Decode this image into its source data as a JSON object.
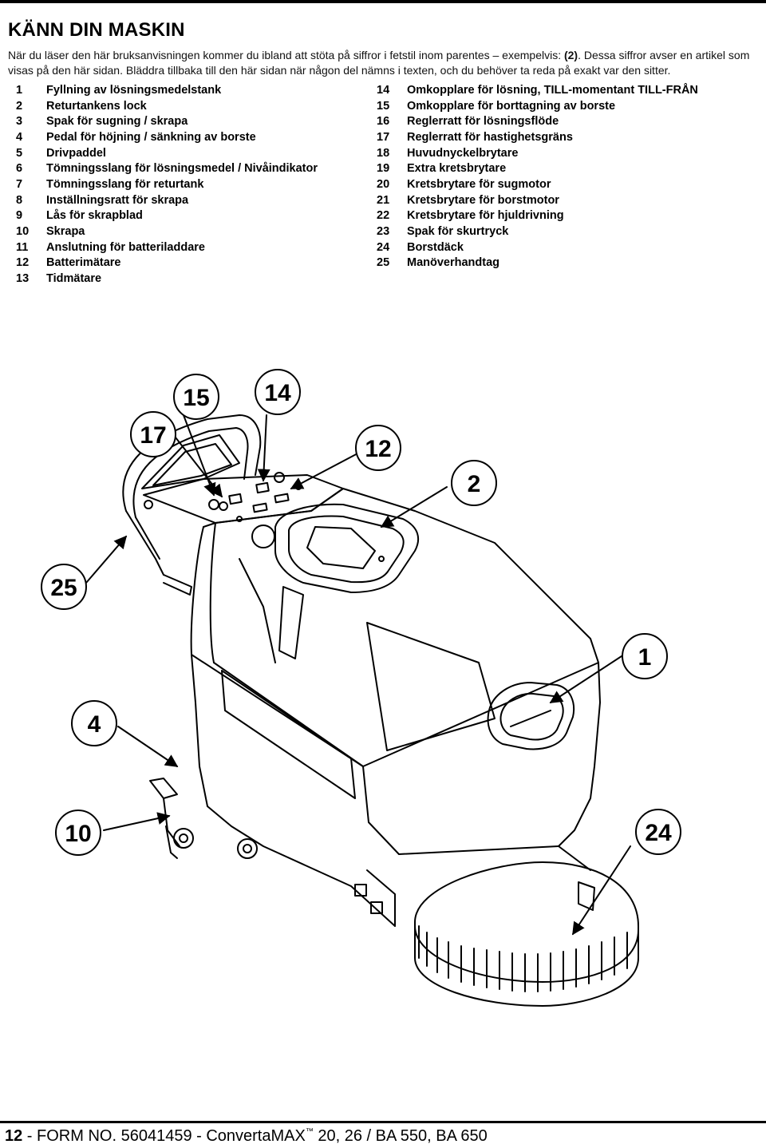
{
  "header": {
    "title": "KÄNN DIN MASKIN",
    "intro_part1": "När du läser den här bruksanvisningen kommer du ibland att stöta på siffror i fetstil inom parentes – exempelvis: ",
    "intro_bold": "(2)",
    "intro_part2": ".  Dessa siffror avser en artikel som visas på den här sidan.  Bläddra tillbaka till den här sidan när någon del nämns i texten, och du behöver ta reda på exakt var den sitter."
  },
  "parts_left": [
    {
      "num": "1",
      "label": "Fyllning av lösningsmedelstank"
    },
    {
      "num": "2",
      "label": "Returtankens lock"
    },
    {
      "num": "3",
      "label": "Spak för sugning / skrapa"
    },
    {
      "num": "4",
      "label": "Pedal för höjning / sänkning av borste"
    },
    {
      "num": "5",
      "label": "Drivpaddel"
    },
    {
      "num": "6",
      "label": "Tömningsslang för lösningsmedel / Nivåindikator"
    },
    {
      "num": "7",
      "label": "Tömningsslang för returtank"
    },
    {
      "num": "8",
      "label": "Inställningsratt för skrapa"
    },
    {
      "num": "9",
      "label": "Lås för skrapblad"
    },
    {
      "num": "10",
      "label": "Skrapa"
    },
    {
      "num": "11",
      "label": "Anslutning för batteriladdare"
    },
    {
      "num": "12",
      "label": "Batterimätare"
    },
    {
      "num": "13",
      "label": "Tidmätare"
    }
  ],
  "parts_right": [
    {
      "num": "14",
      "label": "Omkopplare för lösning, TILL-momentant TILL-FRÅN"
    },
    {
      "num": "15",
      "label": "Omkopplare för borttagning av borste"
    },
    {
      "num": "16",
      "label": "Reglerratt för lösningsflöde"
    },
    {
      "num": "17",
      "label": "Reglerratt för hastighetsgräns"
    },
    {
      "num": "18",
      "label": "Huvudnyckelbrytare"
    },
    {
      "num": "19",
      "label": "Extra kretsbrytare"
    },
    {
      "num": "20",
      "label": "Kretsbrytare för sugmotor"
    },
    {
      "num": "21",
      "label": "Kretsbrytare för borstmotor"
    },
    {
      "num": "22",
      "label": "Kretsbrytare för hjuldrivning"
    },
    {
      "num": "23",
      "label": "Spak för skurtryck"
    },
    {
      "num": "24",
      "label": "Borstdäck"
    },
    {
      "num": "25",
      "label": "Manöverhandtag"
    }
  ],
  "callouts": {
    "c17": "17",
    "c15": "15",
    "c14": "14",
    "c12": "12",
    "c2": "2",
    "c25": "25",
    "c1": "1",
    "c4": "4",
    "c10": "10",
    "c24": "24"
  },
  "footer": {
    "page": "12",
    "sep": " - ",
    "form": "FORM NO. 56041459 - ConvertaMAX",
    "tm": "™",
    "models": " 20, 26 / BA 550, BA 650"
  }
}
